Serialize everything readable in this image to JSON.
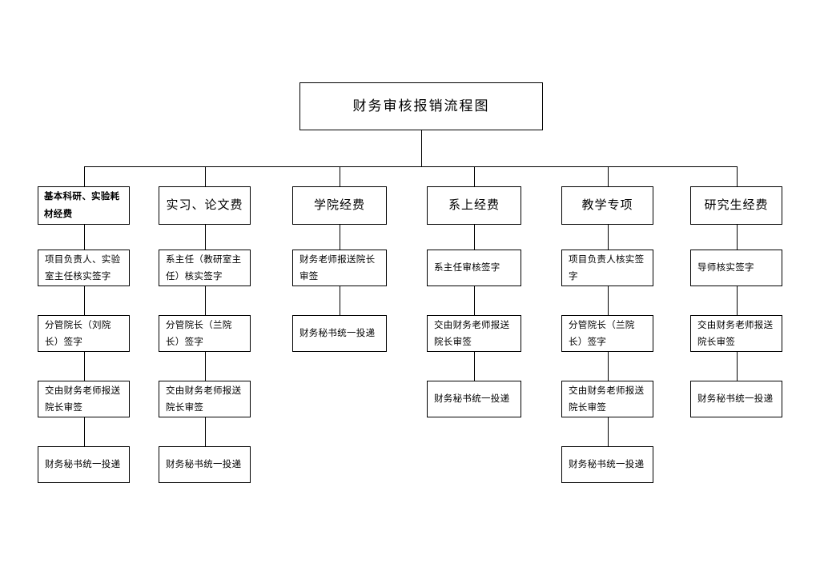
{
  "diagram": {
    "type": "flowchart",
    "orientation": "top-down",
    "title": "财务审核报销流程图",
    "line_color": "#000000",
    "background_color": "#ffffff",
    "branch_count": 6,
    "columns": [
      {
        "id": "basic-research",
        "header": "基本科研、实验耗材经费",
        "header_style": "bold-two-line",
        "steps": [
          "项目负责人、实验室主任核实签字",
          "分管院长（刘院长）签字",
          "交由财务老师报送院长审签",
          "财务秘书统一投递"
        ]
      },
      {
        "id": "internship-thesis",
        "header": "实习、论文费",
        "header_style": "normal",
        "steps": [
          "系主任（教研室主任）核实签字",
          "分管院长（兰院长）签字",
          "交由财务老师报送院长审签",
          "财务秘书统一投递"
        ]
      },
      {
        "id": "college-funds",
        "header": "学院经费",
        "header_style": "normal",
        "steps": [
          "财务老师报送院长审签",
          "财务秘书统一投递"
        ]
      },
      {
        "id": "department-funds",
        "header": "系上经费",
        "header_style": "normal",
        "steps": [
          "系主任审核签字",
          "交由财务老师报送院长审签",
          "财务秘书统一投递"
        ]
      },
      {
        "id": "teaching-special",
        "header": "教学专项",
        "header_style": "normal",
        "steps": [
          "项目负责人核实签字",
          "分管院长（兰院长）签字",
          "交由财务老师报送院长审签",
          "财务秘书统一投递"
        ]
      },
      {
        "id": "graduate-funds",
        "header": "研究生经费",
        "header_style": "normal",
        "steps": [
          "导师核实签字",
          "交由财务老师报送院长审签",
          "财务秘书统一投递"
        ]
      }
    ]
  }
}
